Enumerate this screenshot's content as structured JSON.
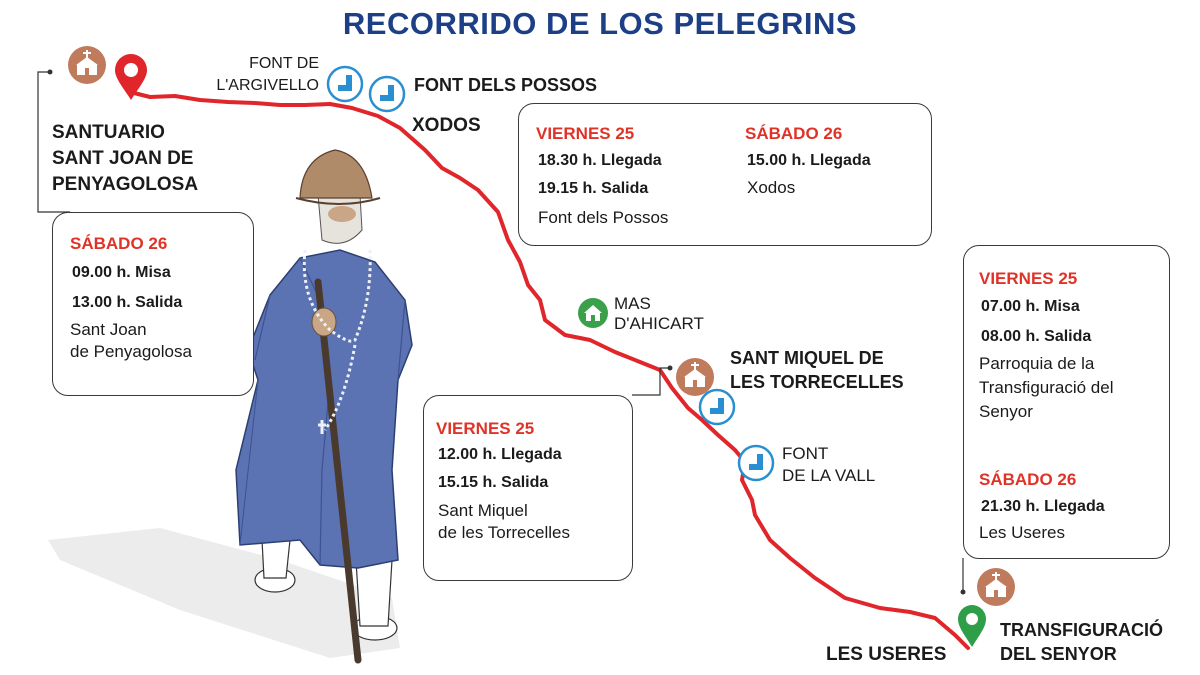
{
  "title": "RECORRIDO DE LOS PELEGRINS",
  "colors": {
    "title": "#1c3f86",
    "route": "#e0262b",
    "day": "#e03328",
    "water": "#2a8fd0",
    "church": "#c07a5c",
    "farm": "#3aa04a"
  },
  "places": {
    "santuario": "SANTUARIO\nSANT JOAN DE\nPENYAGOLOSA",
    "font_argivello": "FONT DE\nL'ARGIVELLO",
    "font_possos": "FONT DELS POSSOS",
    "xodos": "XODOS",
    "mas_ahicart": "MAS\nD'AHICART",
    "sant_miquel": "SANT MIQUEL DE\nLES TORRECELLES",
    "font_vall": "FONT\nDE LA VALL",
    "les_useres": "LES USERES",
    "transfiguracio": "TRANSFIGURACIÓ\nDEL SENYOR"
  },
  "boxes": {
    "penyagolosa": {
      "day": "SÁBADO 26",
      "events": [
        "09.00 h. Misa",
        "13.00 h. Salida"
      ],
      "location": "Sant Joan\nde Penyagolosa"
    },
    "xodos": {
      "left_day": "VIERNES 25",
      "left_events": [
        "18.30 h. Llegada",
        "19.15 h. Salida"
      ],
      "left_location": "Font dels Possos",
      "right_day": "SÁBADO 26",
      "right_events": [
        "15.00 h. Llegada"
      ],
      "right_location": "Xodos"
    },
    "torrecelles": {
      "day": "VIERNES 25",
      "events": [
        "12.00 h. Llegada",
        "15.15 h. Salida"
      ],
      "location": "Sant Miquel\nde les Torrecelles"
    },
    "useres": {
      "top_day": "VIERNES 25",
      "top_events": [
        "07.00 h. Misa",
        "08.00 h. Salida"
      ],
      "top_location": "Parroquia de la\nTransfiguració del\nSenyor",
      "bottom_day": "SÁBADO 26",
      "bottom_events": [
        "21.30 h. Llegada"
      ],
      "bottom_location": "Les Useres"
    }
  }
}
